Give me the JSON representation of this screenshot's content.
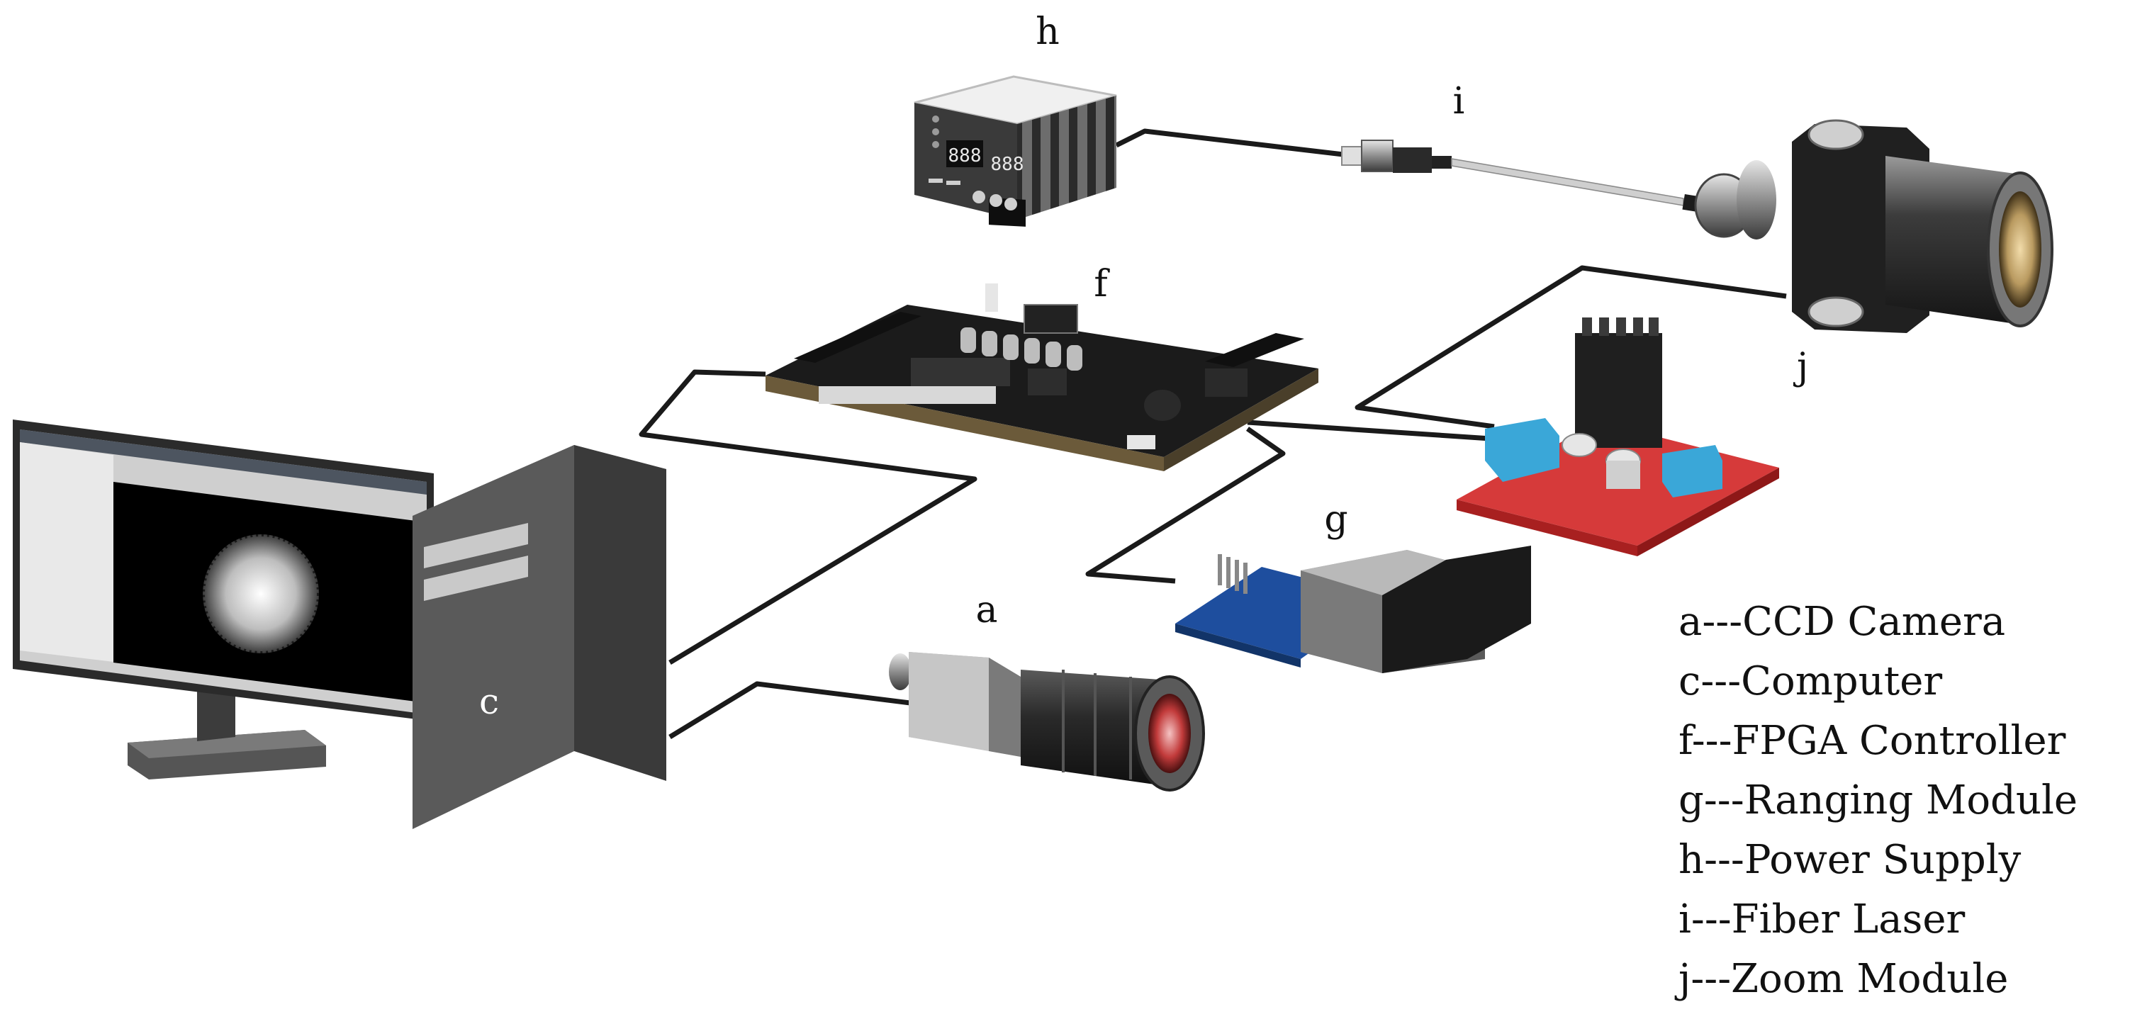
{
  "labels": {
    "a": "a",
    "c": "c",
    "f": "f",
    "g": "g",
    "h": "h",
    "i": "i",
    "j": "j"
  },
  "legend": [
    "a---CCD Camera",
    "c---Computer",
    "f---FPGA Controller",
    "g---Ranging Module",
    "h---Power Supply",
    "i---Fiber Laser",
    "j---Zoom Module"
  ],
  "power_supply": {
    "display_left": "888",
    "display_right": "888"
  },
  "colors": {
    "cable": "#1a1a1a",
    "pcb_dark": "#1b1b1b",
    "pcb_blue": "#1e4e9e",
    "pcb_red": "#d63a3a",
    "terminal_blue": "#3aa7d8",
    "metal": "#b8b8b8",
    "monitor_screen": "#000000"
  }
}
